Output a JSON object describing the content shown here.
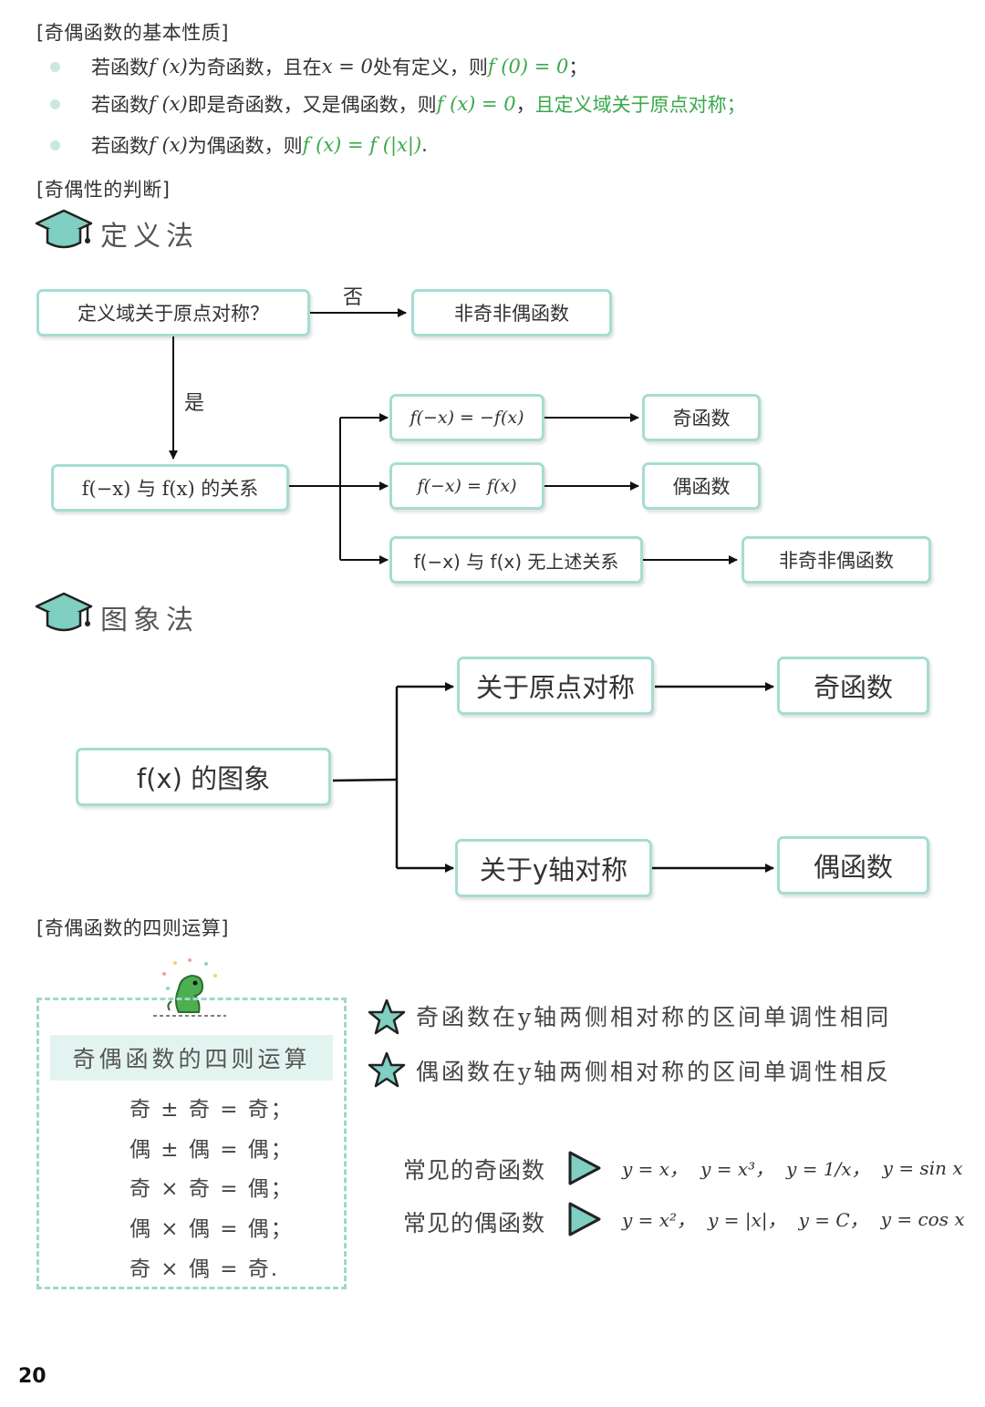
{
  "sections": {
    "basic": "[奇偶函数的基本性质]",
    "judge": "[奇偶性的判断]",
    "ops": "[奇偶函数的四则运算]"
  },
  "bullets": [
    {
      "pre": "若函数 ",
      "f": "f (x)",
      "mid": " 为奇函数，且在 ",
      "x0": "x = 0",
      "mid2": " 处有定义，则 ",
      "res": "f (0) = 0",
      "post": "；"
    },
    {
      "pre": "若函数 ",
      "f": "f (x)",
      "mid": " 即是奇函数，又是偶函数，则 ",
      "res": "f (x) = 0",
      "post": "，",
      "extra": "且定义域关于原点对称；"
    },
    {
      "pre": "若函数 ",
      "f": "f (x)",
      "mid": " 为偶函数，则 ",
      "res": "f (x) = f (|x|)",
      "post": "."
    }
  ],
  "methods": {
    "definition": "定义法",
    "graph": "图象法"
  },
  "def_flow": {
    "q": "定义域关于原点对称？",
    "no": "否",
    "yes": "是",
    "neither_top": "非奇非偶函数",
    "relation": "f(−x) 与 f(x) 的关系",
    "c1": "f(−x) = −f(x)",
    "c2": "f(−x) = f(x)",
    "c3": "f(−x) 与 f(x) 无上述关系",
    "r1": "奇函数",
    "r2": "偶函数",
    "r3": "非奇非偶函数"
  },
  "graph_flow": {
    "src": "f(x) 的图象",
    "a": "关于原点对称",
    "b": "关于y轴对称",
    "ra": "奇函数",
    "rb": "偶函数"
  },
  "ops": {
    "title": "奇偶函数的四则运算",
    "lines": [
      "奇 ± 奇 = 奇；",
      "偶 ± 偶 = 偶；",
      "奇 × 奇 = 偶；",
      "偶 × 偶 = 偶；",
      "奇 × 偶 = 奇."
    ]
  },
  "notes": [
    "奇函数在y轴两侧相对称的区间单调性相同",
    "偶函数在y轴两侧相对称的区间单调性相反"
  ],
  "common": {
    "odd_label": "常见的奇函数",
    "even_label": "常见的偶函数",
    "odd": [
      "y = x，",
      "y = x³，",
      "y = 1/x，",
      "y = sin x"
    ],
    "even": [
      "y = x²，",
      "y = |x|，",
      "y = C，",
      "y = cos x"
    ]
  },
  "page_number": "20",
  "colors": {
    "teal_border": "#a6dcd2",
    "green_text": "#3aa84a",
    "dino": "#4caf50"
  }
}
